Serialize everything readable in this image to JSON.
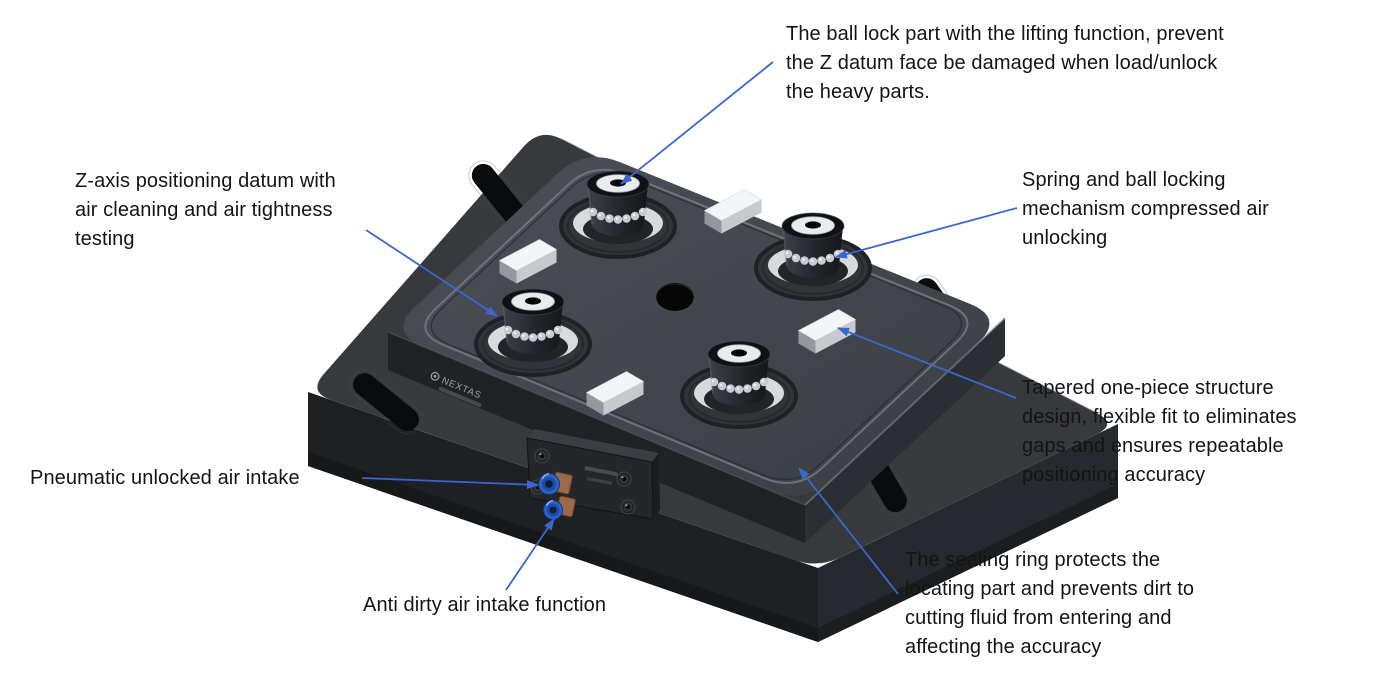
{
  "figure": {
    "type": "annotated-product-diagram",
    "background": "#ffffff",
    "accent_color": "#3a67cf",
    "text_color": "#141414"
  },
  "device": {
    "label": "pneumatic zero-point clamping base plate",
    "brand": "NEXTAS",
    "colors": {
      "pallet_top": "#46494e",
      "base_top": "#37393d",
      "side_dark": "#1e2023",
      "clamp_block_white": "#f4f5f6",
      "fitting_blue": "#2c63c8",
      "ball_silver": "#c6cbd0",
      "brass": "#9a6a4a"
    }
  },
  "annotations": [
    {
      "id": "ball-lock",
      "text": "The ball lock part with the lifting function, prevent\nthe Z datum face be damaged when load/unlock\nthe heavy parts."
    },
    {
      "id": "z-axis-datum",
      "text": "Z-axis positioning datum with\nair cleaning and air tightness\ntesting"
    },
    {
      "id": "spring-ball-unlock",
      "text": "Spring and ball locking\nmechanism compressed air\nunlocking"
    },
    {
      "id": "tapered-structure",
      "text": "Tapered one-piece structure\ndesign, flexible fit to eliminates\ngaps and ensures repeatable\npositioning accuracy"
    },
    {
      "id": "pneumatic-intake",
      "text": "Pneumatic unlocked air intake"
    },
    {
      "id": "anti-dirty-intake",
      "text": "Anti dirty air intake function"
    },
    {
      "id": "sealing-ring",
      "text": "The sealing ring protects the\nlocating part and prevents dirt to\ncutting fluid from entering and\naffecting the accuracy"
    }
  ]
}
